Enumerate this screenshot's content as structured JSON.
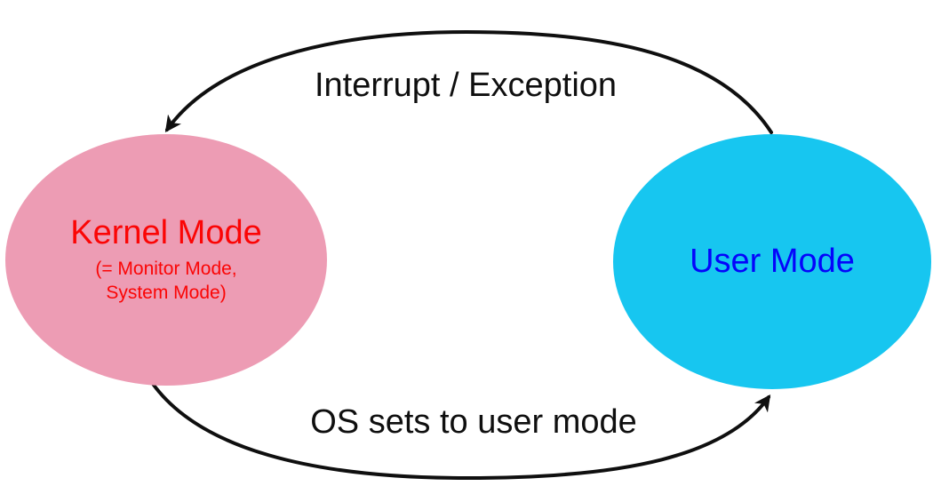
{
  "diagram": {
    "background_color": "#ffffff",
    "arrow_color": "#0f0f0f",
    "top_arrow_label": "Interrupt / Exception",
    "bottom_arrow_label": "OS sets to user mode",
    "kernel_node": {
      "title": "Kernel Mode",
      "subtitle_line1": "(= Monitor Mode,",
      "subtitle_line2": "System Mode)",
      "fill": "#ED9CB4",
      "text_color": "#FB0505"
    },
    "user_node": {
      "title": "User Mode",
      "fill": "#17C6F0",
      "text_color": "#0505FB"
    }
  }
}
